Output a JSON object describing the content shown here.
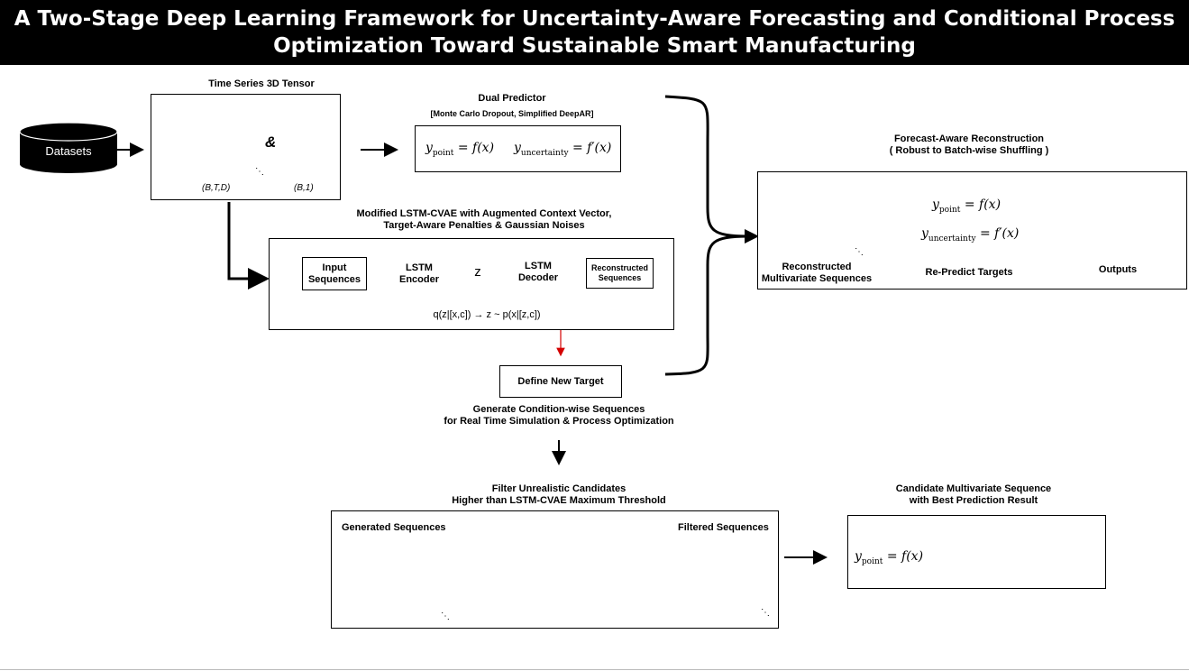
{
  "title": "A Two-Stage Deep Learning Framework for Uncertainty-Aware Forecasting and Conditional Process\nOptimization Toward Sustainable Smart Manufacturing",
  "datasets": "Datasets",
  "tensor": {
    "label": "Time Series 3D Tensor",
    "ampersand": "&",
    "dim_main": "(B,T,D)",
    "dim_target": "(B,1)"
  },
  "dual_predictor": {
    "title": "Dual Predictor",
    "subtitle": "[Monte Carlo Dropout, Simplified DeepAR]",
    "y_point": "y",
    "y_point_sub": "point",
    "f_point": " = f(x)",
    "y_unc_sub": "uncertainty",
    "f_unc": " = f′(x)"
  },
  "cvae": {
    "title": "Modified LSTM-CVAE with Augmented Context Vector,\nTarget-Aware Penalties & Gaussian Noises",
    "input": "Input\nSequences",
    "encoder": "LSTM\nEncoder",
    "z": "z",
    "decoder": "LSTM\nDecoder",
    "reconstructed": "Reconstructed\nSequences",
    "formula": "q(z|[x,c]) → z ~ p(x|[z,c])"
  },
  "define_target": "Define New Target",
  "generate": "Generate Condition-wise Sequences\nfor Real Time Simulation & Process Optimization",
  "forecast_aware": {
    "title": "Forecast-Aware Reconstruction\n( Robust to Batch-wise Shuffling )",
    "reconstructed_label": "Reconstructed\nMultivariate Sequences",
    "repredict_label": "Re-Predict Targets",
    "outputs_label": "Outputs"
  },
  "filter": {
    "title": "Filter Unrealistic Candidates\nHigher than LSTM-CVAE Maximum Threshold",
    "generated": "Generated Sequences",
    "filtered": "Filtered Sequences"
  },
  "candidate": {
    "title": "Candidate Multivariate Sequence\nwith Best Prediction Result"
  },
  "ellipsis": "⋱",
  "colors": {
    "banner": "#000000",
    "threshold": "#d40000",
    "band": "#9fd3f2"
  }
}
